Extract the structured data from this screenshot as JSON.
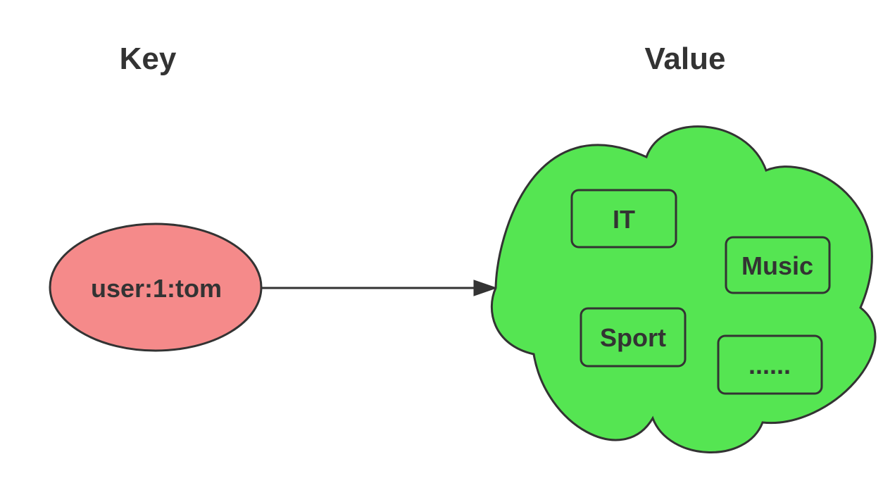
{
  "titles": {
    "key": "Key",
    "value": "Value"
  },
  "key_node": {
    "label": "user:1:tom"
  },
  "value_cloud": {
    "items": [
      {
        "label": "IT"
      },
      {
        "label": "Music"
      },
      {
        "label": "Sport"
      },
      {
        "label": "......"
      }
    ]
  },
  "colors": {
    "key_fill": "#F58A8A",
    "value_fill": "#55E552",
    "stroke": "#333333",
    "text": "#333333",
    "background": "#FFFFFF"
  }
}
